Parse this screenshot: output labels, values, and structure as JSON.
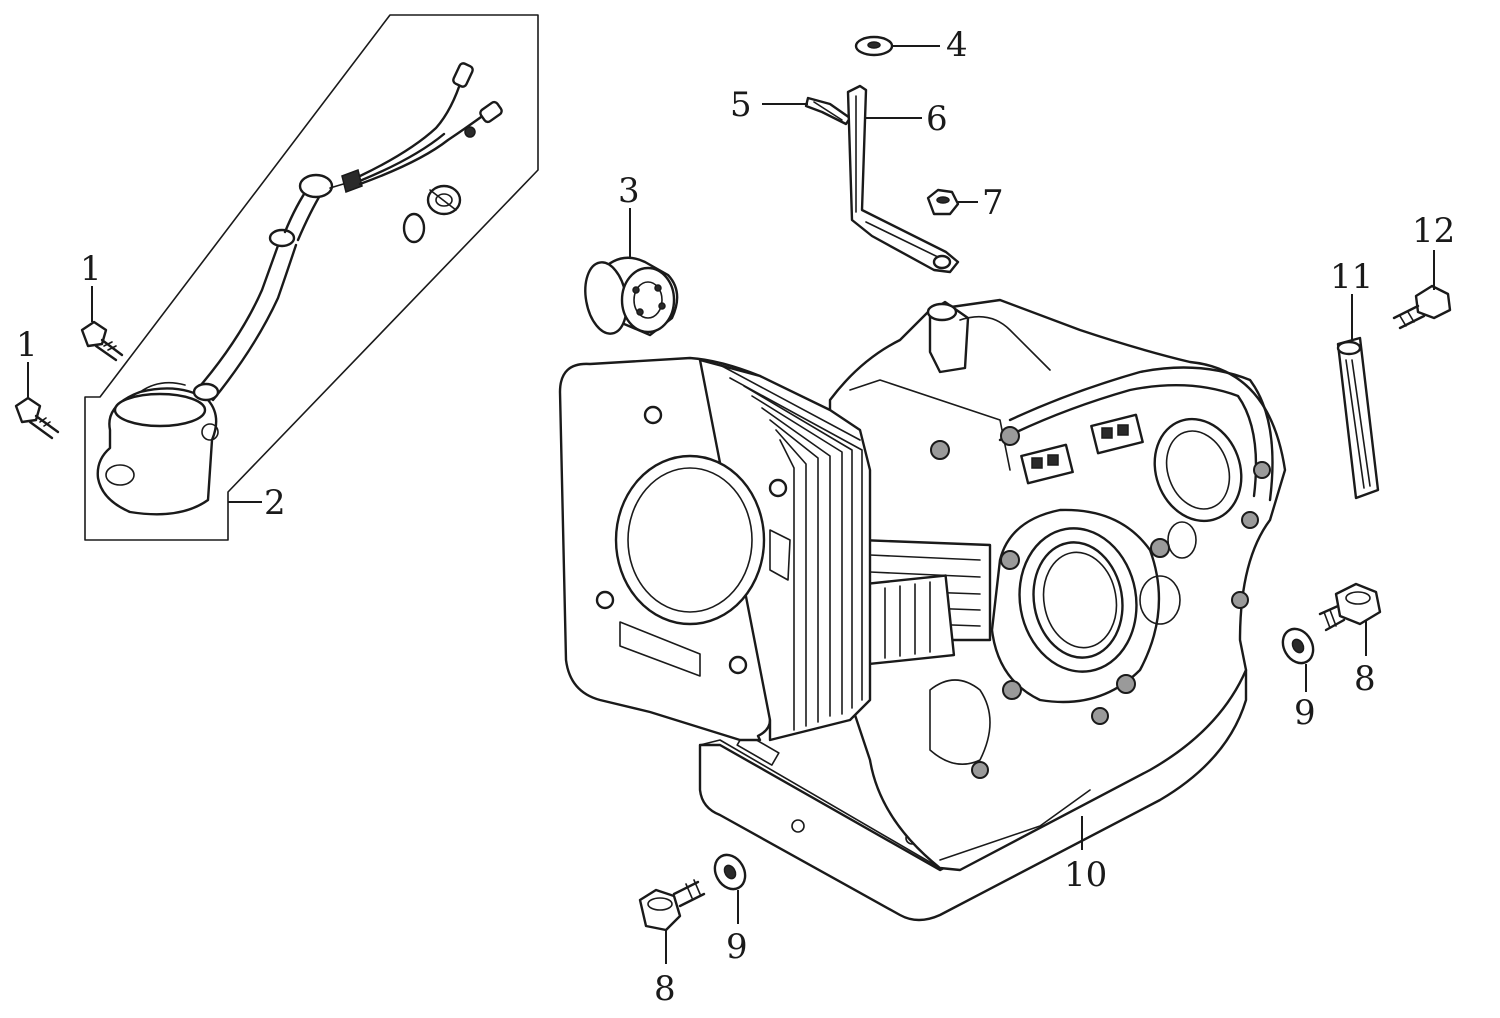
{
  "callouts": [
    {
      "id": "c1a",
      "label": "1"
    },
    {
      "id": "c1b",
      "label": "1"
    },
    {
      "id": "c2",
      "label": "2"
    },
    {
      "id": "c3",
      "label": "3"
    },
    {
      "id": "c4",
      "label": "4"
    },
    {
      "id": "c5",
      "label": "5"
    },
    {
      "id": "c6",
      "label": "6"
    },
    {
      "id": "c7",
      "label": "7"
    },
    {
      "id": "c8a",
      "label": "8"
    },
    {
      "id": "c8b",
      "label": "8"
    },
    {
      "id": "c9a",
      "label": "9"
    },
    {
      "id": "c9b",
      "label": "9"
    },
    {
      "id": "c10",
      "label": "10"
    },
    {
      "id": "c11",
      "label": "11"
    },
    {
      "id": "c12",
      "label": "12"
    }
  ]
}
